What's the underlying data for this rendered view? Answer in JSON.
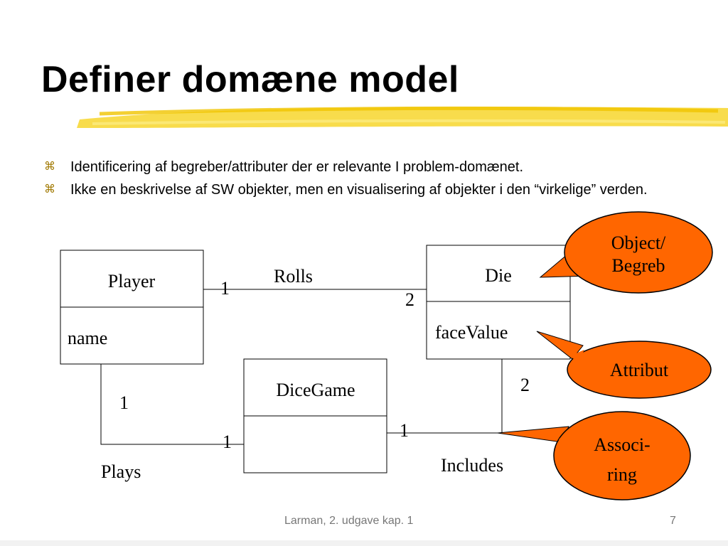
{
  "slide": {
    "title": "Definer domæne model",
    "bullets": [
      "Identificering af begreber/attributer der er relevante I problem-domænet.",
      "Ikke en beskrivelse af SW objekter, men en visualisering af objekter i den “virkelige” verden."
    ],
    "bullet_icon": "z-bullet-icon"
  },
  "diagram": {
    "classes": {
      "player": {
        "name": "Player",
        "attribute": "name"
      },
      "die": {
        "name": "Die",
        "attribute": "faceValue"
      },
      "dicegame": {
        "name": "DiceGame",
        "attribute": ""
      }
    },
    "associations": {
      "rolls": {
        "label": "Rolls",
        "mult_player": "1",
        "mult_die": "2"
      },
      "plays": {
        "label": "Plays",
        "mult_player": "1",
        "mult_dicegame": "1"
      },
      "includes": {
        "label": "Includes",
        "mult_die": "2",
        "mult_dicegame": "1"
      }
    },
    "callouts": {
      "object": {
        "line1": "Object/",
        "line2": "Begreb"
      },
      "attribut": {
        "line1": "Attribut"
      },
      "association": {
        "line1": "Associ-",
        "line2": "ring"
      }
    },
    "colors": {
      "callout_fill": "#ff6600",
      "callout_stroke": "#000000",
      "box_stroke": "#000000",
      "line": "#000000"
    }
  },
  "footer": {
    "source": "Larman, 2. udgave kap. 1",
    "page_number": "7"
  }
}
